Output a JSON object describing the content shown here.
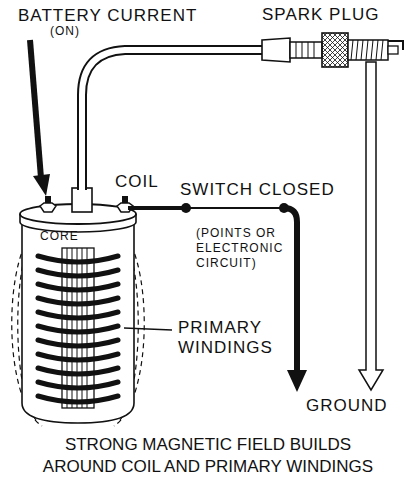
{
  "diagram": {
    "caption": "STRONG MAGNETIC FIELD BUILDS AROUND COIL AND PRIMARY WINDINGS",
    "labels": [
      "BATTERY CURRENT",
      "(ON)",
      "SPARK PLUG",
      "COIL",
      "SWITCH CLOSED",
      "CORE",
      "(POINTS OR ELECTRONIC CIRCUIT)",
      "PRIMARY WINDINGS",
      "GROUND"
    ]
  }
}
